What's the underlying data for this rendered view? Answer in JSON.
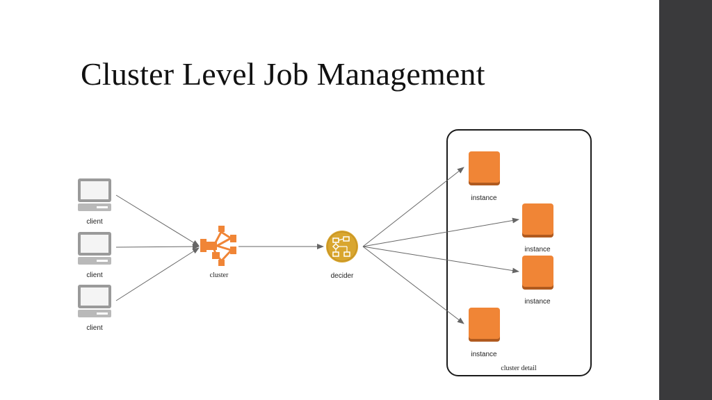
{
  "slide": {
    "title": "Cluster Level Job Management"
  },
  "diagram": {
    "clients": [
      {
        "label": "client"
      },
      {
        "label": "client"
      },
      {
        "label": "client"
      }
    ],
    "cluster": {
      "label": "cluster"
    },
    "decider": {
      "label": "decider"
    },
    "cluster_detail": {
      "label": "cluster detail",
      "instances": [
        {
          "label": "instance"
        },
        {
          "label": "instance"
        },
        {
          "label": "instance"
        },
        {
          "label": "instance"
        }
      ]
    }
  },
  "colors": {
    "instance_fill": "#f08536",
    "instance_shadow": "#b05a1f",
    "cluster_icon": "#f08536",
    "decider_fill": "#d9a62f",
    "arrow": "#666666",
    "sidebar": "#3a3a3c"
  }
}
